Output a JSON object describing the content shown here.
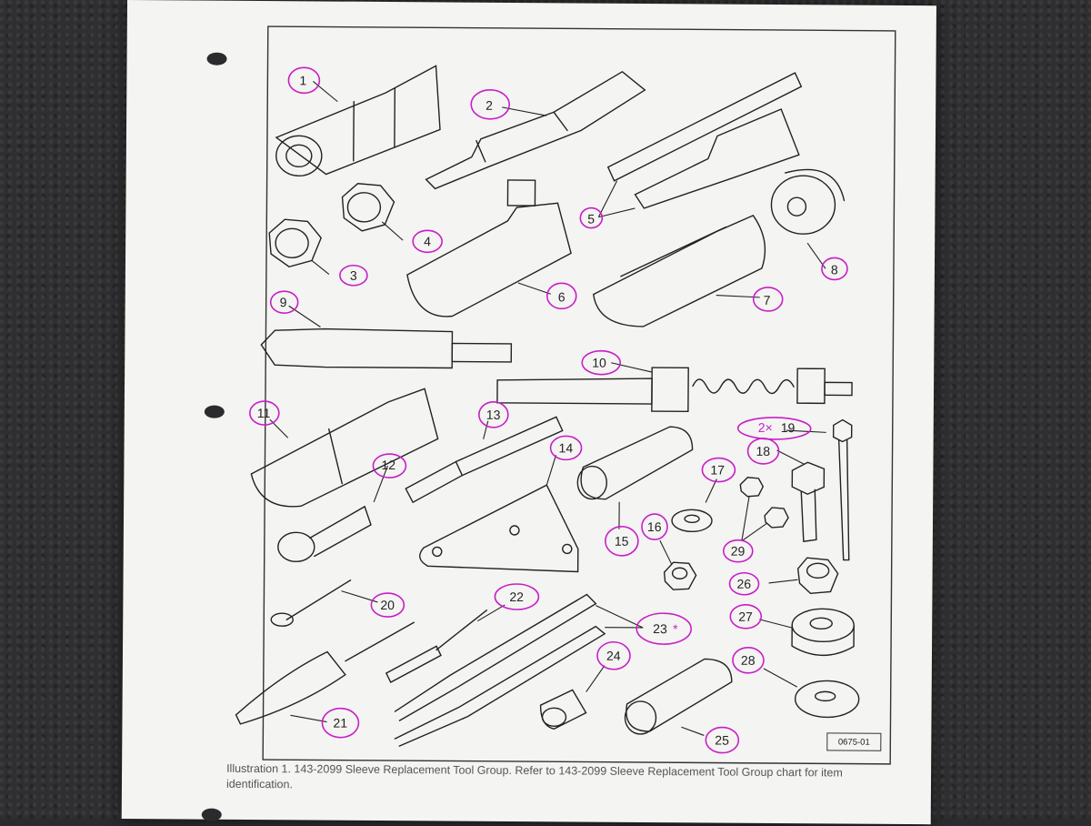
{
  "document": {
    "figure_id": "0675-01",
    "caption": "Illustration 1.  143-2099 Sleeve Replacement Tool Group.  Refer to 143-2099 Sleeve Replacement Tool Group chart for item identification.",
    "callouts": [
      {
        "id": "c1",
        "text": "1"
      },
      {
        "id": "c2",
        "text": "2"
      },
      {
        "id": "c3",
        "text": "3"
      },
      {
        "id": "c4",
        "text": "4"
      },
      {
        "id": "c5",
        "text": "5"
      },
      {
        "id": "c6",
        "text": "6"
      },
      {
        "id": "c7",
        "text": "7"
      },
      {
        "id": "c8",
        "text": "8"
      },
      {
        "id": "c9",
        "text": "9"
      },
      {
        "id": "c10",
        "text": "10"
      },
      {
        "id": "c11",
        "text": "11"
      },
      {
        "id": "c12",
        "text": "12"
      },
      {
        "id": "c13",
        "text": "13"
      },
      {
        "id": "c14",
        "text": "14"
      },
      {
        "id": "c15",
        "text": "15"
      },
      {
        "id": "c16",
        "text": "16"
      },
      {
        "id": "c17",
        "text": "17"
      },
      {
        "id": "c18",
        "text": "18"
      },
      {
        "id": "c19",
        "text": "19"
      },
      {
        "id": "c20",
        "text": "20"
      },
      {
        "id": "c21",
        "text": "21"
      },
      {
        "id": "c22",
        "text": "22"
      },
      {
        "id": "c23",
        "text": "23"
      },
      {
        "id": "c24",
        "text": "24"
      },
      {
        "id": "c25",
        "text": "25"
      },
      {
        "id": "c26",
        "text": "26"
      },
      {
        "id": "c27",
        "text": "27"
      },
      {
        "id": "c28",
        "text": "28"
      },
      {
        "id": "c29",
        "text": "29"
      }
    ],
    "handwritten": {
      "qty_19": "2×",
      "mark_23": "*"
    },
    "colors": {
      "markup": "#c81ec8",
      "ink": "#222222"
    }
  }
}
